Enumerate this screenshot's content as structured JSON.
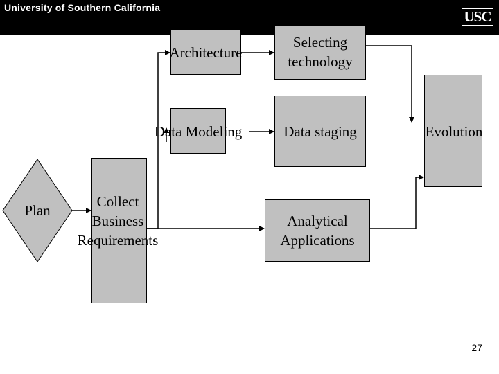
{
  "header": {
    "university": "University of Southern California",
    "logo": "USC"
  },
  "diagram": {
    "nodes": {
      "plan": "Plan",
      "collect": [
        "Collect",
        "Business",
        "Requirements"
      ],
      "architecture": "Architecture",
      "data_modeling": "Data Modeling",
      "selecting": [
        "Selecting",
        "technology"
      ],
      "data_staging": "Data staging",
      "analytical": [
        "Analytical",
        "Applications"
      ],
      "evolution": "Evolution"
    }
  },
  "footer": {
    "page_number": "27"
  },
  "colors": {
    "header_bg": "#000000",
    "box_fill": "#c0c0c0",
    "line": "#000000"
  }
}
